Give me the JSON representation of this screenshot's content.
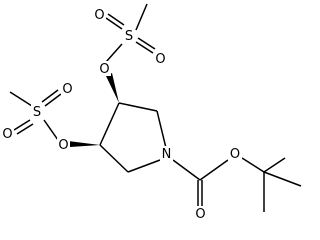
{
  "molecule": {
    "atoms": {
      "n1": "N",
      "o_carbonyl": "O",
      "o_ester": "O",
      "o_ms_upper": "O",
      "s_ms_upper": "S",
      "o_s_upper_1": "O",
      "o_s_upper_2": "O",
      "o_ms_lower": "O",
      "s_ms_lower": "S",
      "o_s_lower_1": "O",
      "o_s_lower_2": "O"
    }
  }
}
